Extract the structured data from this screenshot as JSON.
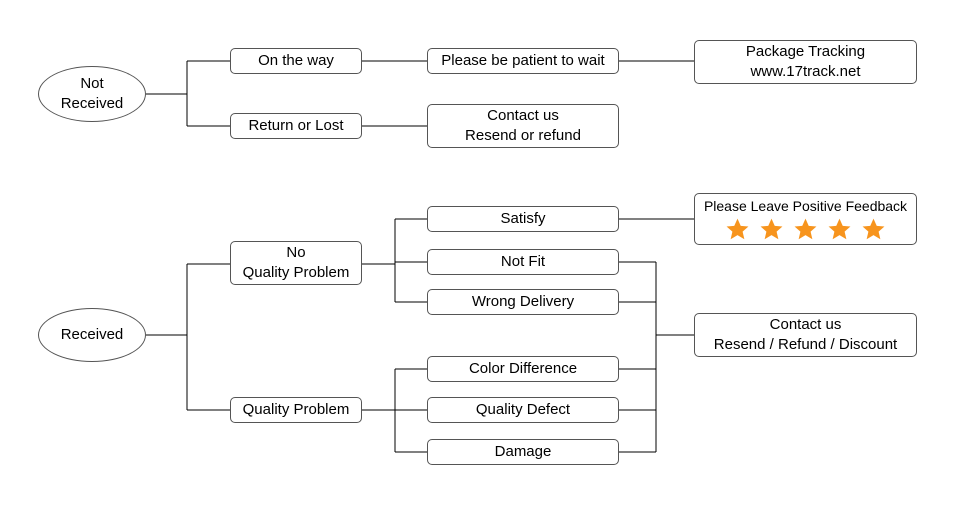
{
  "not_received": {
    "root": [
      "Not",
      "Received"
    ],
    "on_the_way": "On the way",
    "return_or_lost": "Return or Lost",
    "patient": "Please be patient to wait",
    "tracking": [
      "Package Tracking",
      "www.17track.net"
    ],
    "contact": [
      "Contact us",
      "Resend or refund"
    ]
  },
  "received": {
    "root": "Received",
    "no_quality_problem": [
      "No",
      "Quality Problem"
    ],
    "quality_problem": "Quality Problem",
    "satisfy": "Satisfy",
    "not_fit": "Not Fit",
    "wrong_delivery": "Wrong Delivery",
    "color_difference": "Color Difference",
    "quality_defect": "Quality Defect",
    "damage": "Damage",
    "feedback": "Please Leave Positive Feedback",
    "rating_stars": 5,
    "contact": [
      "Contact us",
      "Resend / Refund / Discount"
    ]
  },
  "colors": {
    "star": "#f7941d",
    "line": "#000000",
    "border": "#555555"
  }
}
